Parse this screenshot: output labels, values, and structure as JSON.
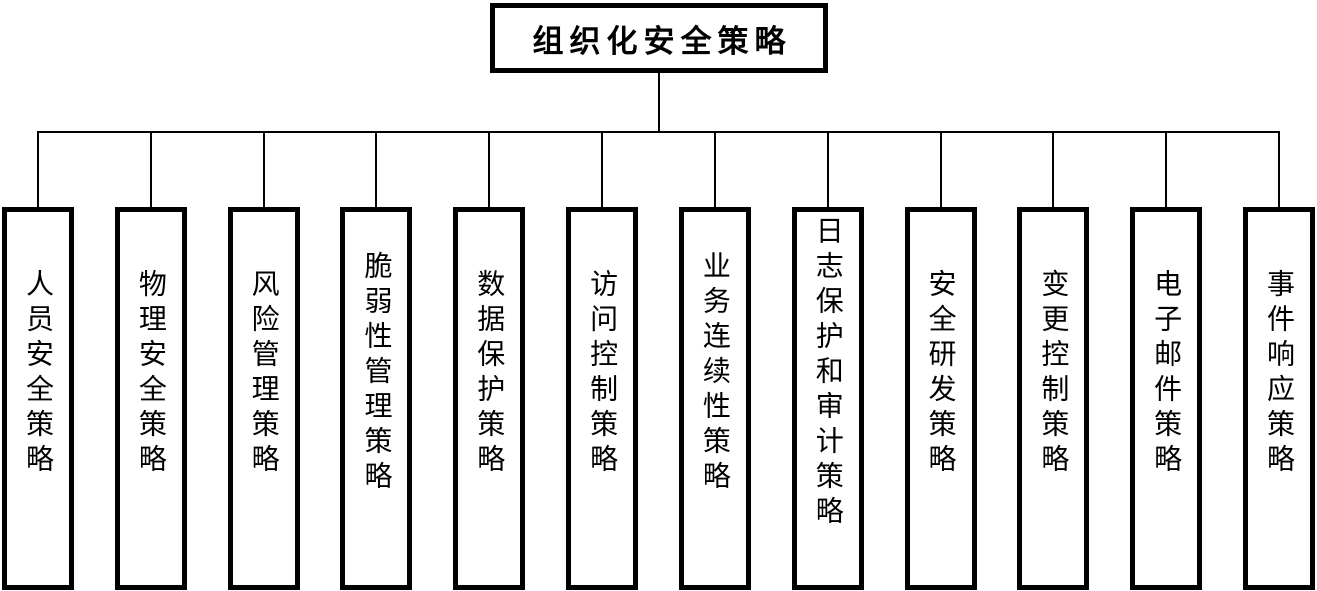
{
  "diagram": {
    "type": "org-tree",
    "colors": {
      "line": "#000000",
      "border": "#000000",
      "background": "#ffffff",
      "text": "#000000"
    },
    "root": {
      "label": "组织化安全策略"
    },
    "children": [
      {
        "label": "人员安全策略"
      },
      {
        "label": "物理安全策略"
      },
      {
        "label": "风险管理策略"
      },
      {
        "label": "脆弱性管理策略"
      },
      {
        "label": "数据保护策略"
      },
      {
        "label": "访问控制策略"
      },
      {
        "label": "业务连续性策略"
      },
      {
        "label": "日志保护和审计策略"
      },
      {
        "label": "安全研发策略"
      },
      {
        "label": "变更控制策略"
      },
      {
        "label": "电子邮件策略"
      },
      {
        "label": "事件响应策略"
      }
    ]
  }
}
